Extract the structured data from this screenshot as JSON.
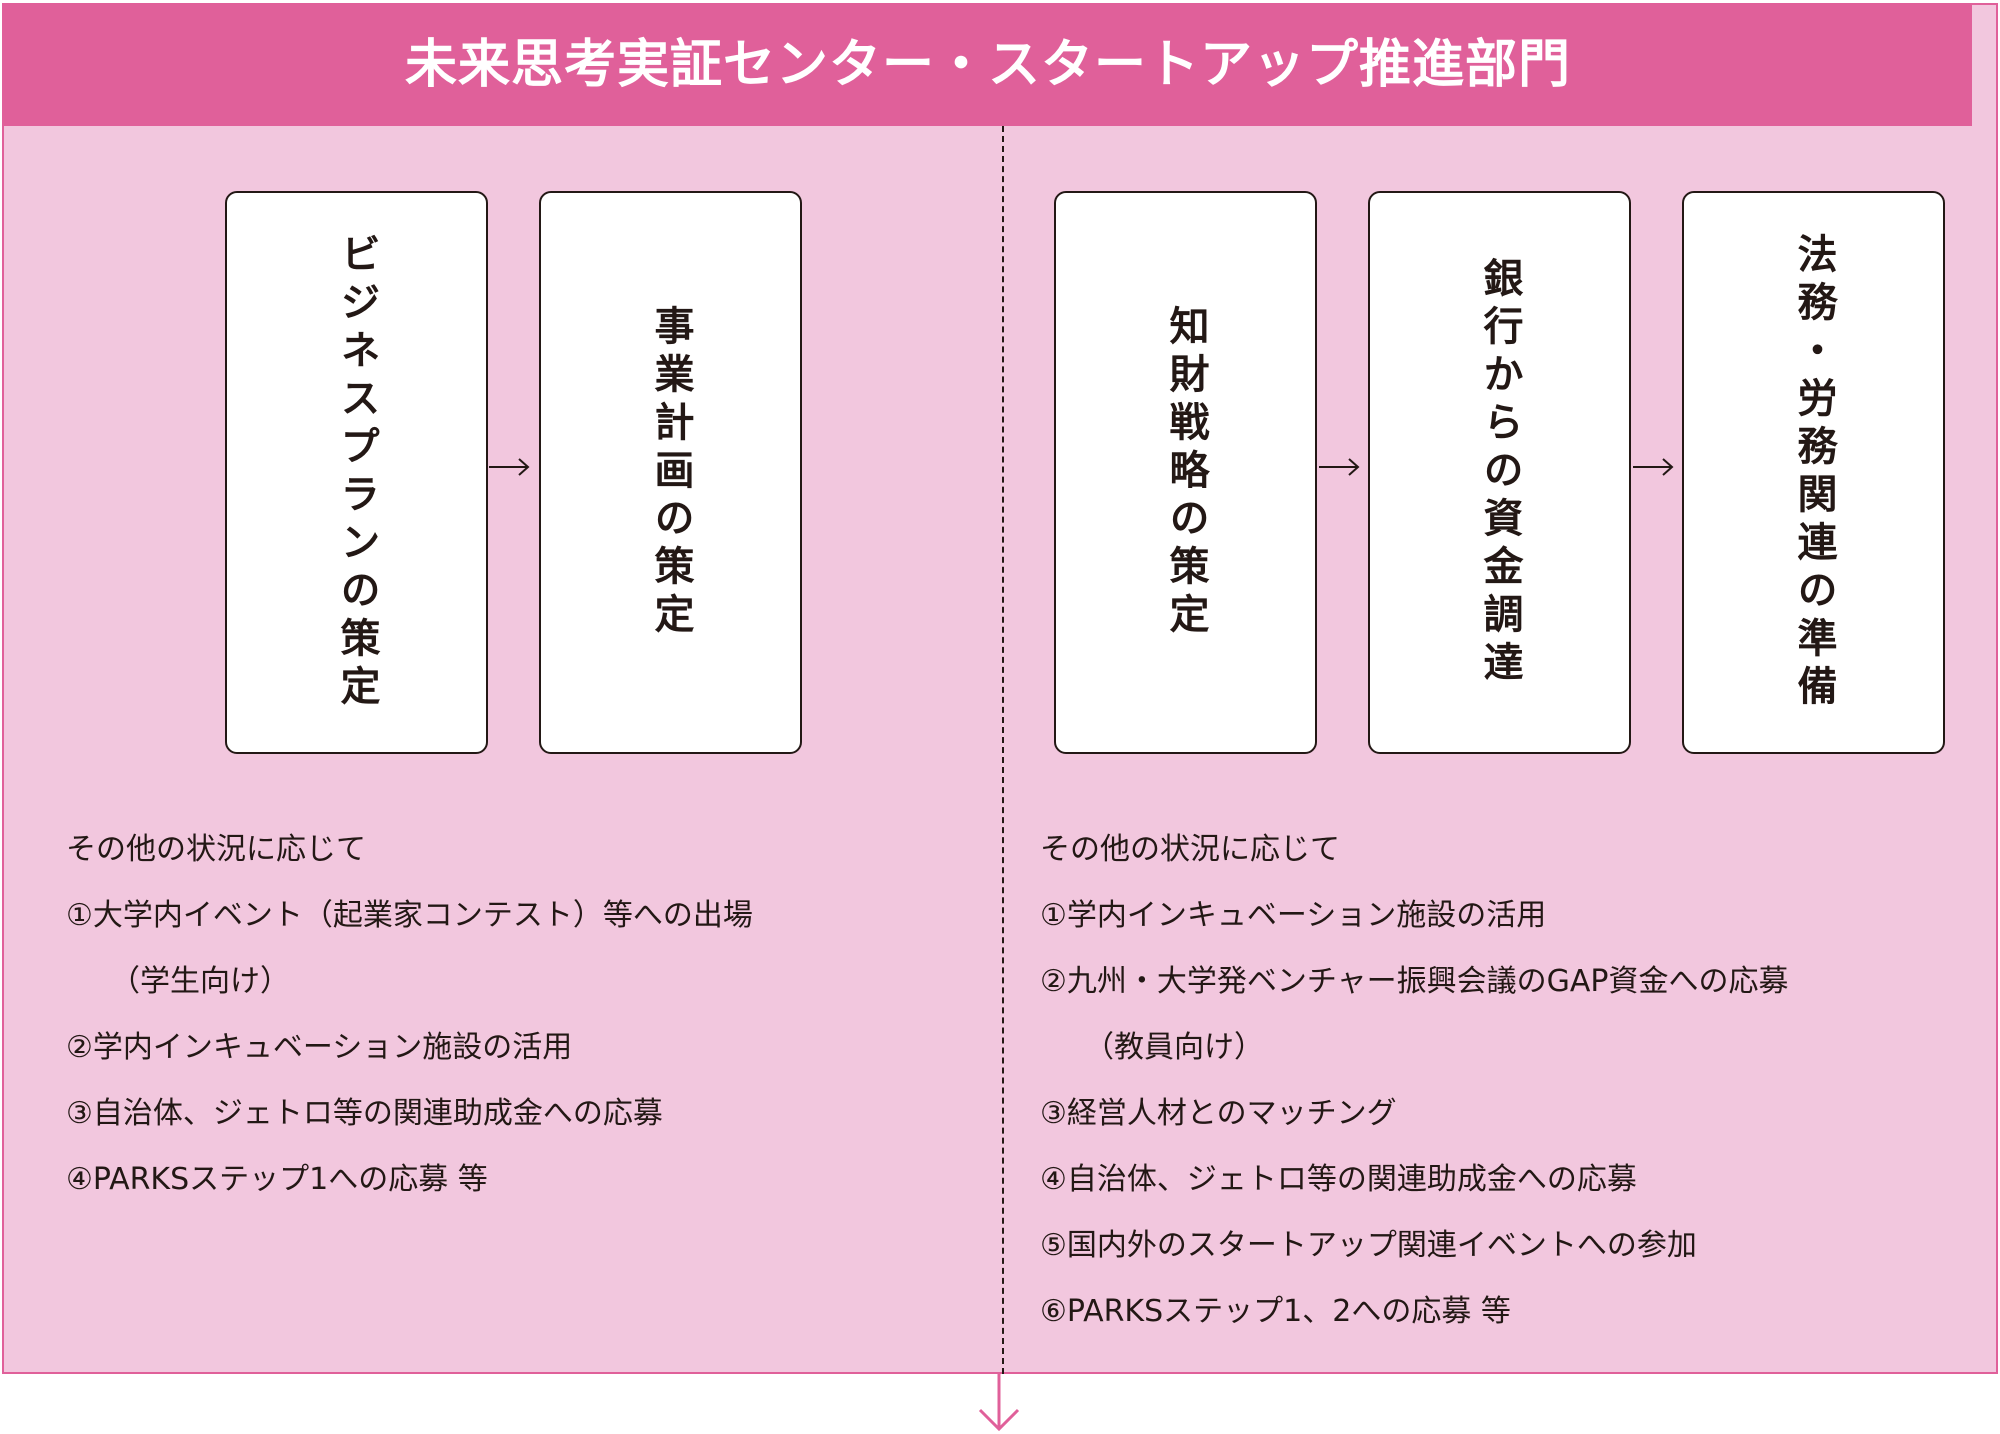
{
  "header": {
    "title": "未来思考実証センター・スタートアップ推進部門"
  },
  "left": {
    "boxes": [
      "ビジネスプランの策定",
      "事業計画の策定"
    ],
    "items": [
      "その他の状況に応じて",
      "①大学内イベント（起業家コンテスト）等への出場",
      "（学生向け）",
      "②学内インキュベーション施設の活用",
      "③自治体、ジェトロ等の関連助成金への応募",
      "④PARKSステップ1への応募 等"
    ]
  },
  "right": {
    "boxes": [
      "知財戦略の策定",
      "銀行からの資金調達",
      "法務・労務関連の準備"
    ],
    "items": [
      "その他の状況に応じて",
      "①学内インキュベーション施設の活用",
      "②九州・大学発ベンチャー振興会議のGAP資金への応募",
      "（教員向け）",
      "③経営人材とのマッチング",
      "④自治体、ジェトロ等の関連助成金への応募",
      "⑤国内外のスタートアップ関連イベントへの参加",
      "⑥PARKSステップ1、2への応募 等"
    ]
  },
  "colors": {
    "accent": "#e0609a",
    "panel_background": "#f2c7de",
    "box_background": "#ffffff",
    "text": "#231815"
  },
  "icons": {
    "flow_arrow": "arrow-right-icon",
    "next_step": "arrow-down-icon"
  }
}
